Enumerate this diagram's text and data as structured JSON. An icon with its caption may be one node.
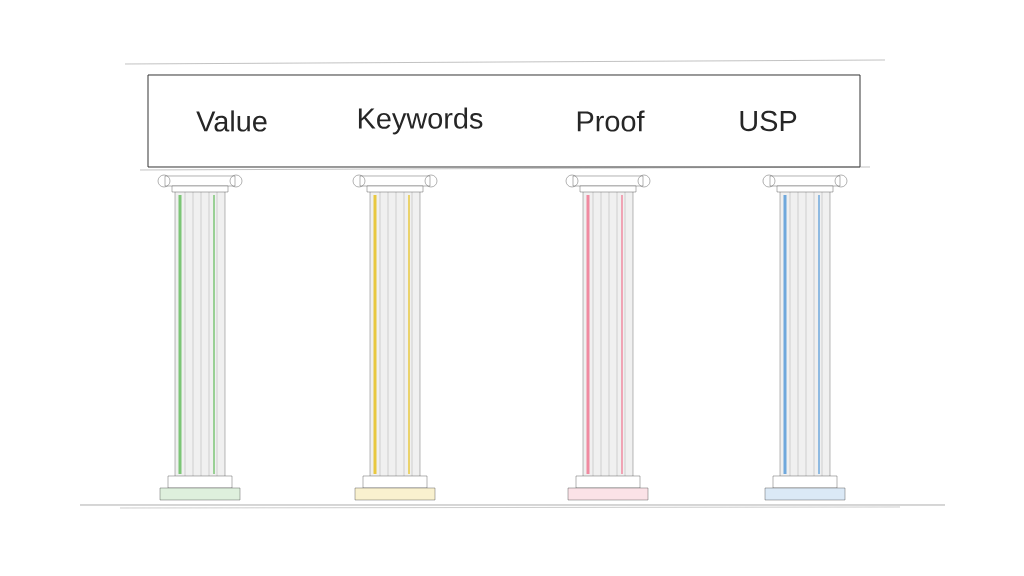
{
  "diagram": {
    "nodes": [
      {
        "text": [
          "Value",
          "Keywords",
          "Proof",
          "USP"
        ]
      }
    ]
  }
}
